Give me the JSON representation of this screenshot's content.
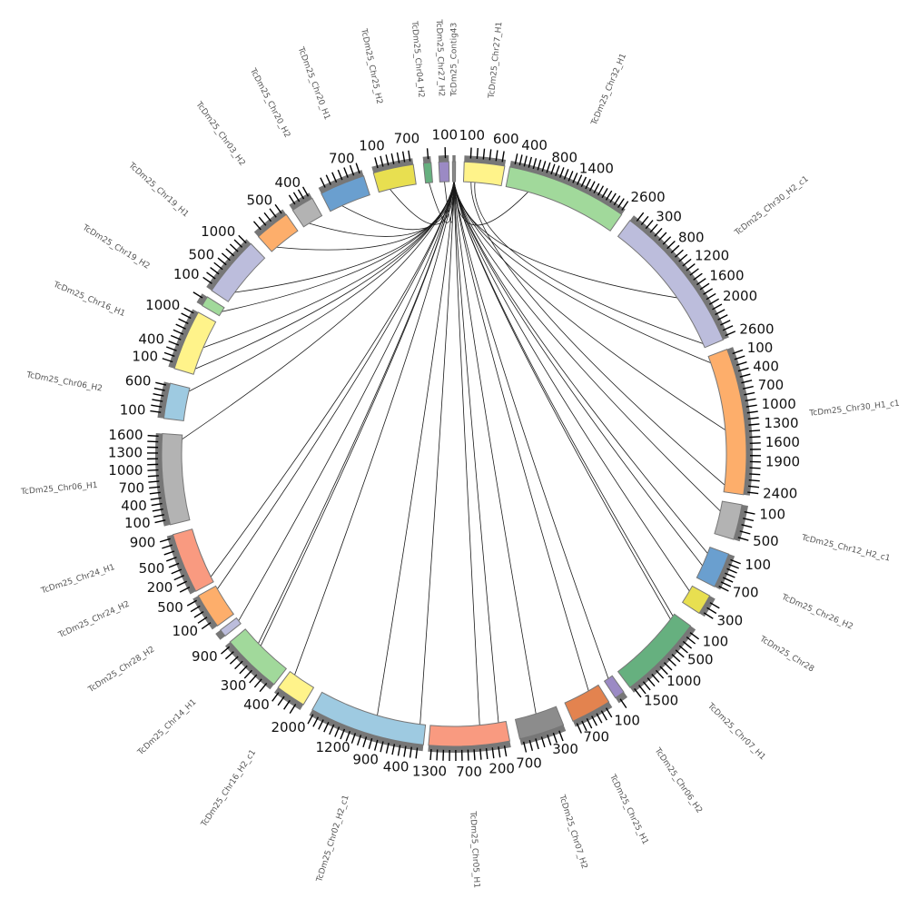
{
  "chart_data": {
    "type": "circos-chord",
    "title": "",
    "tick_step": 100,
    "segments": [
      {
        "id": "A",
        "name": "TcDm25_Chr27_H1",
        "color": "#fff38a",
        "max_tick": 600
      },
      {
        "id": "B",
        "name": "TcDm25_Chr32_H1",
        "color": "#a1d99b",
        "max_tick": 2600
      },
      {
        "id": "C",
        "name": "TcDm25_Chr30_H2_c1",
        "color": "#bcbddc",
        "max_tick": 2600
      },
      {
        "id": "D",
        "name": "TcDm25_Chr30_H1_c1",
        "color": "#fdae6b",
        "max_tick": 2400
      },
      {
        "id": "E",
        "name": "TcDm25_Chr12_H2_c1",
        "color": "#b3b3b3",
        "max_tick": 500
      },
      {
        "id": "F",
        "name": "TcDm25_Chr26_H2",
        "color": "#6a9fcf",
        "max_tick": 700
      },
      {
        "id": "G",
        "name": "TcDm25_Chr28",
        "color": "#e8df50",
        "max_tick": 300
      },
      {
        "id": "H",
        "name": "TcDm25_Chr07_H1",
        "color": "#66b07f",
        "max_tick": 1500
      },
      {
        "id": "I",
        "name": "TcDm25_Chr06_H2",
        "color": "#9b8ac4",
        "max_tick": 100
      },
      {
        "id": "J",
        "name": "TcDm25_Chr25_H1",
        "color": "#e3834f",
        "max_tick": 700
      },
      {
        "id": "K",
        "name": "TcDm25_Chr07_H2",
        "color": "#8c8c8c",
        "max_tick": 700
      },
      {
        "id": "L",
        "name": "TcDm25_Chr05_H1",
        "color": "#f99a80",
        "max_tick": 1300
      },
      {
        "id": "M",
        "name": "TcDm25_Chr02_H2_c1",
        "color": "#9ecae1",
        "max_tick": 2000
      },
      {
        "id": "N",
        "name": "TcDm25_Chr16_H2_c1",
        "color": "#fff38a",
        "max_tick": 400
      },
      {
        "id": "O",
        "name": "TcDm25_Chr14_H1",
        "color": "#a1d99b",
        "max_tick": 900
      },
      {
        "id": "P",
        "name": "TcDm25_Chr28_H2",
        "color": "#bcbddc",
        "max_tick": 0
      },
      {
        "id": "Q",
        "name": "TcDm25_Chr24_H2",
        "color": "#fdae6b",
        "max_tick": 500
      },
      {
        "id": "R",
        "name": "TcDm25_Chr24_H1",
        "color": "#f99a80",
        "max_tick": 900
      },
      {
        "id": "S",
        "name": "TcDm25_Chr06_H1",
        "color": "#b3b3b3",
        "max_tick": 1600
      },
      {
        "id": "T",
        "name": "TcDm25_Chr06_H2",
        "color": "#9ecae1",
        "max_tick": 600
      },
      {
        "id": "U",
        "name": "TcDm25_Chr16_H1",
        "color": "#fff38a",
        "max_tick": 1000
      },
      {
        "id": "V",
        "name": "TcDm25_Chr19_H2",
        "color": "#a1d99b",
        "max_tick": 100
      },
      {
        "id": "W",
        "name": "TcDm25_Chr19_H1",
        "color": "#bcbddc",
        "max_tick": 1000
      },
      {
        "id": "X",
        "name": "TcDm25_Chr03_H2",
        "color": "#fdae6b",
        "max_tick": 500
      },
      {
        "id": "Y",
        "name": "TcDm25_Chr20_H2",
        "color": "#b3b3b3",
        "max_tick": 400
      },
      {
        "id": "Z",
        "name": "TcDm25_Chr20_H1",
        "color": "#6a9fcf",
        "max_tick": 700
      },
      {
        "id": "AA",
        "name": "TcDm25_Chr25_H2",
        "color": "#e8df50",
        "max_tick": 700
      },
      {
        "id": "AB",
        "name": "TcDm25_Chr04_H2",
        "color": "#66b07f",
        "max_tick": 100
      },
      {
        "id": "AC",
        "name": "TcDm25_Chr27_H2",
        "color": "#9b8ac4",
        "max_tick": 100
      },
      {
        "id": "AD",
        "name": "TcDm25_Contig43",
        "color": "#888888",
        "max_tick": 0
      }
    ],
    "links": [
      {
        "from": "B",
        "from_pos": 0.2,
        "to": "AD",
        "to_pos": 0.5
      },
      {
        "from": "C",
        "from_pos": 0.6,
        "to": "AD",
        "to_pos": 0.5
      },
      {
        "from": "C",
        "from_pos": 0.97,
        "to": "A",
        "to_pos": 0.3
      },
      {
        "from": "D",
        "from_pos": 0.05,
        "to": "AD",
        "to_pos": 0.5
      },
      {
        "from": "D",
        "from_pos": 0.55,
        "to": "AD",
        "to_pos": 0.5
      },
      {
        "from": "D",
        "from_pos": 0.95,
        "to": "A",
        "to_pos": 0.2
      },
      {
        "from": "E",
        "from_pos": 0.3,
        "to": "AD",
        "to_pos": 0.5
      },
      {
        "from": "F",
        "from_pos": 0.2,
        "to": "AD",
        "to_pos": 0.5
      },
      {
        "from": "F",
        "from_pos": 0.6,
        "to": "AD",
        "to_pos": 0.5
      },
      {
        "from": "G",
        "from_pos": 0.3,
        "to": "AD",
        "to_pos": 0.5
      },
      {
        "from": "H",
        "from_pos": 0.03,
        "to": "AD",
        "to_pos": 0.5
      },
      {
        "from": "H",
        "from_pos": 0.08,
        "to": "AD",
        "to_pos": 0.5
      },
      {
        "from": "I",
        "from_pos": 0.5,
        "to": "AD",
        "to_pos": 0.5
      },
      {
        "from": "J",
        "from_pos": 0.3,
        "to": "AD",
        "to_pos": 0.5
      },
      {
        "from": "K",
        "from_pos": 0.5,
        "to": "AD",
        "to_pos": 0.5
      },
      {
        "from": "L",
        "from_pos": 0.1,
        "to": "AD",
        "to_pos": 0.5
      },
      {
        "from": "L",
        "from_pos": 0.35,
        "to": "AD",
        "to_pos": 0.5
      },
      {
        "from": "M",
        "from_pos": 0.05,
        "to": "AD",
        "to_pos": 0.5
      },
      {
        "from": "M",
        "from_pos": 0.45,
        "to": "AD",
        "to_pos": 0.5
      },
      {
        "from": "N",
        "from_pos": 0.8,
        "to": "AD",
        "to_pos": 0.5
      },
      {
        "from": "O",
        "from_pos": 0.6,
        "to": "AD",
        "to_pos": 0.5
      },
      {
        "from": "O",
        "from_pos": 0.66,
        "to": "AD",
        "to_pos": 0.5
      },
      {
        "from": "P",
        "from_pos": 0.5,
        "to": "AD",
        "to_pos": 0.5
      },
      {
        "from": "Q",
        "from_pos": 0.9,
        "to": "AD",
        "to_pos": 0.5
      },
      {
        "from": "R",
        "from_pos": 0.1,
        "to": "AD",
        "to_pos": 0.5
      },
      {
        "from": "S",
        "from_pos": 0.95,
        "to": "AD",
        "to_pos": 0.5
      },
      {
        "from": "T",
        "from_pos": 0.9,
        "to": "AD",
        "to_pos": 0.5
      },
      {
        "from": "U",
        "from_pos": 0.1,
        "to": "AD",
        "to_pos": 0.5
      },
      {
        "from": "U",
        "from_pos": 0.5,
        "to": "AD",
        "to_pos": 0.5
      },
      {
        "from": "V",
        "from_pos": 0.5,
        "to": "AD",
        "to_pos": 0.5
      },
      {
        "from": "W",
        "from_pos": 0.2,
        "to": "AD",
        "to_pos": 0.5
      },
      {
        "from": "X",
        "from_pos": 0.2,
        "to": "AD",
        "to_pos": 0.5
      },
      {
        "from": "Y",
        "from_pos": 0.3,
        "to": "AD",
        "to_pos": 0.5
      },
      {
        "from": "Z",
        "from_pos": 0.3,
        "to": "AD",
        "to_pos": 0.5
      },
      {
        "from": "AA",
        "from_pos": 0.3,
        "to": "AD",
        "to_pos": 0.5
      },
      {
        "from": "AB",
        "from_pos": 0.5,
        "to": "AD",
        "to_pos": 0.5
      },
      {
        "from": "AC",
        "from_pos": 0.5,
        "to": "AD",
        "to_pos": 0.5
      }
    ]
  }
}
